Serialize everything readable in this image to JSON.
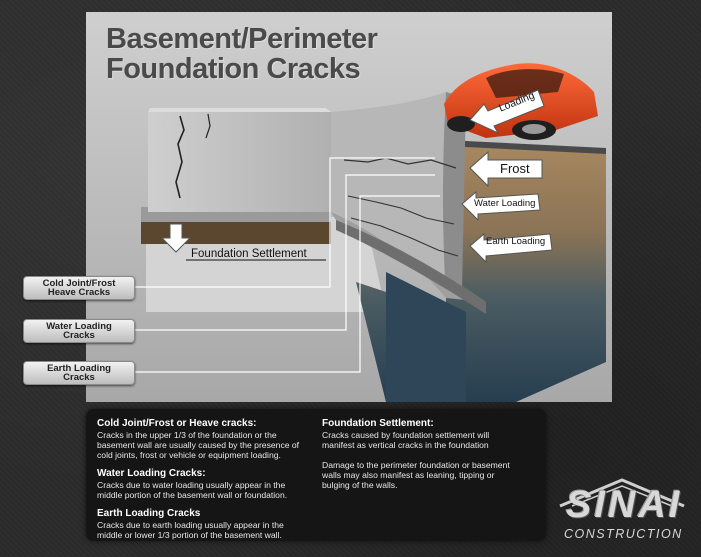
{
  "title": {
    "line1": "Basement/Perimeter",
    "line2": "Foundation Cracks"
  },
  "arrows": {
    "loading": "Loading",
    "frost": "Frost",
    "water_loading": "Water Loading",
    "earth_loading": "Earth Loading",
    "foundation_settlement": "Foundation Settlement"
  },
  "crack_labels": {
    "cold_joint": {
      "line1": "Cold Joint/Frost",
      "line2": "Heave Cracks"
    },
    "water_loading": {
      "line1": "Water Loading",
      "line2": "Cracks"
    },
    "earth_loading": {
      "line1": "Earth Loading",
      "line2": "Cracks"
    }
  },
  "info": {
    "cold_joint": {
      "heading": "Cold Joint/Frost or Heave cracks:",
      "body": "Cracks in the upper 1/3 of the foundation or the basement wall are usually caused by the presence of cold joints, frost or vehicle or equipment loading."
    },
    "water_loading": {
      "heading": "Water Loading Cracks:",
      "body": "Cracks due to water loading usually appear in the middle portion of the basement wall or foundation."
    },
    "earth_loading": {
      "heading": "Earth Loading Cracks",
      "body": "Cracks due to earth loading usually appear in the middle or lower 1/3 portion of the basement wall."
    },
    "settlement": {
      "heading": "Foundation Settlement:",
      "body": "Cracks caused by foundation settlement will manifest as vertical cracks in the foundation",
      "body2": "Damage to the perimeter foundation or basement walls may also manifest as leaning, tipping or bulging of the walls."
    }
  },
  "logo": {
    "name": "SINAI",
    "sub": "CONSTRUCTION"
  },
  "colors": {
    "background": "#2b2b2b",
    "sky": "#b9b9b9",
    "car": "#e0451c",
    "soil_top": "#9c7a52",
    "soil_deep": "#2f4a5c",
    "info_box": "#151515"
  }
}
